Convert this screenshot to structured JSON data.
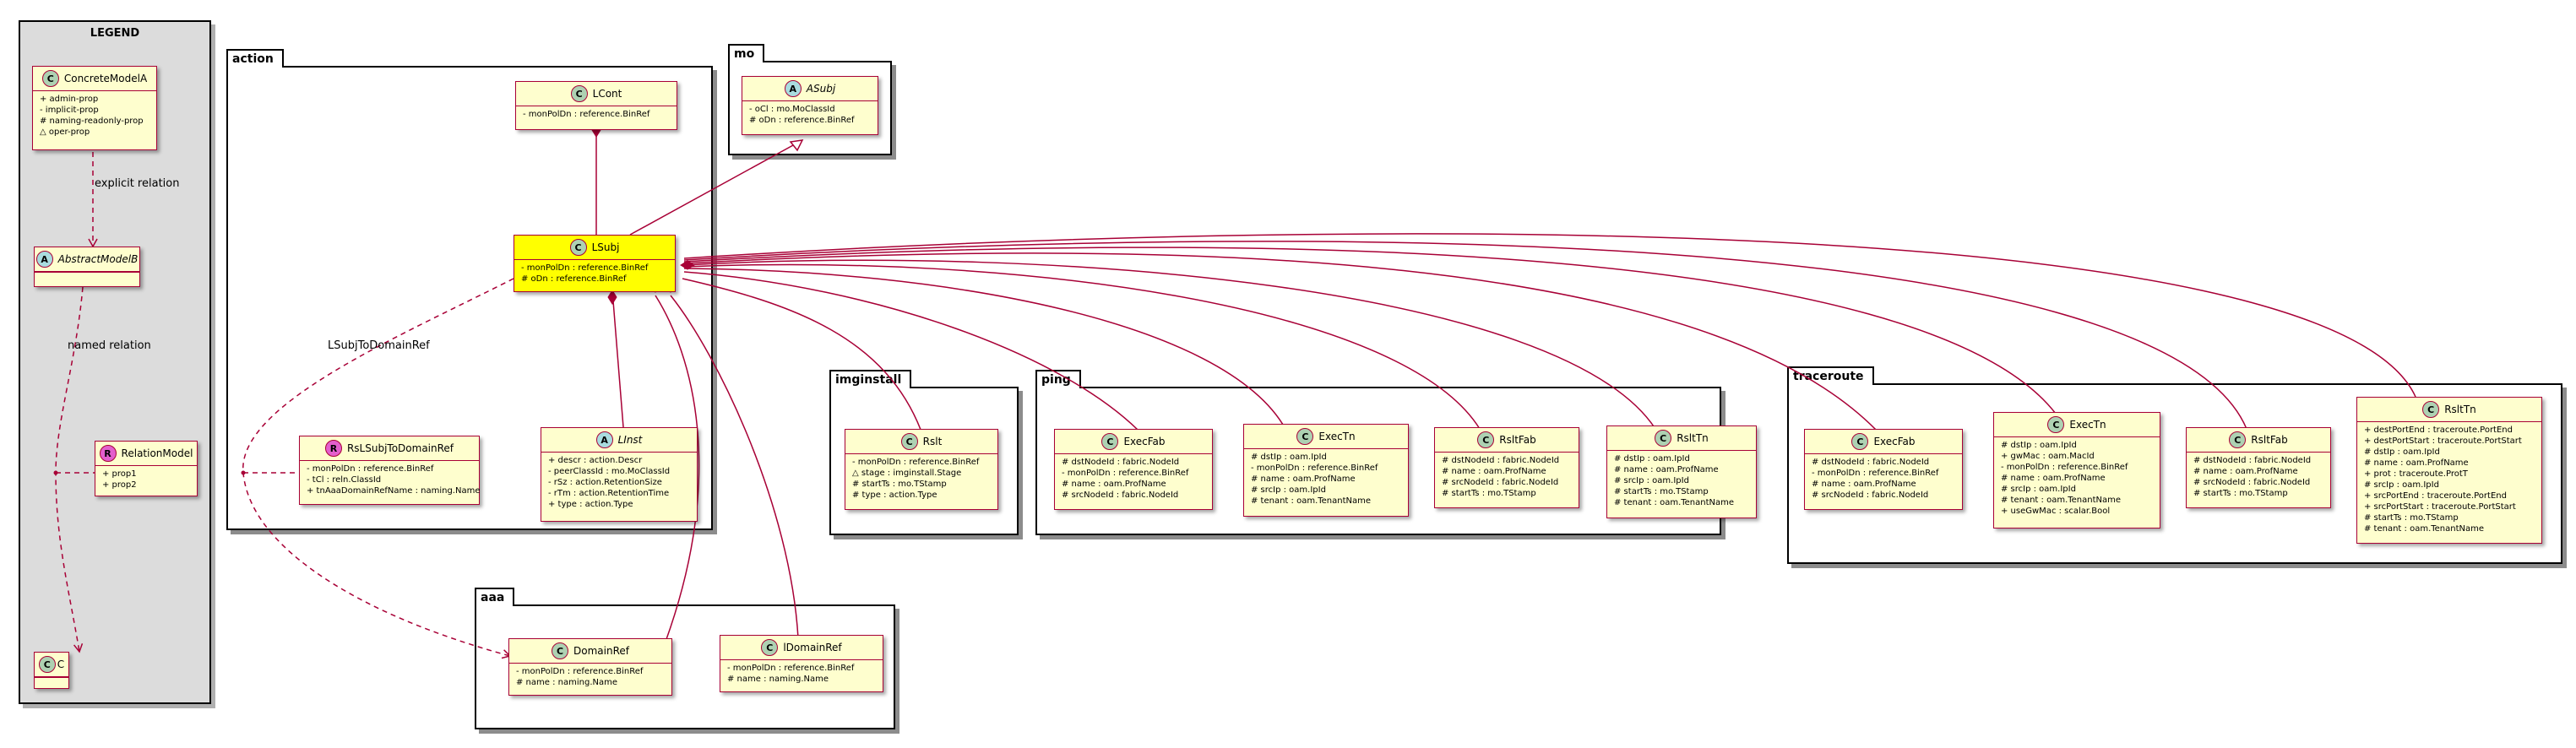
{
  "legend": {
    "title": "LEGEND",
    "explicit_relation_label": "explicit relation",
    "named_relation_label": "named relation",
    "classes": {
      "concrete_model_a": {
        "stereotype": "C",
        "name": "ConcreteModelA",
        "attrs": [
          "+ admin-prop",
          "- implicit-prop",
          "# naming-readonly-prop",
          "△ oper-prop"
        ]
      },
      "abstract_model_b": {
        "stereotype": "A",
        "name": "AbstractModelB",
        "attrs": []
      },
      "relation_model": {
        "stereotype": "R",
        "name": "RelationModel",
        "attrs": [
          "+ prop1",
          "+ prop2"
        ]
      },
      "c": {
        "stereotype": "C",
        "name": "C",
        "attrs": []
      }
    }
  },
  "packages": {
    "action": "action",
    "mo": "mo",
    "aaa": "aaa",
    "imginstall": "imginstall",
    "ping": "ping",
    "traceroute": "traceroute"
  },
  "relation_label_lsubj_to_domainref": "LSubjToDomainRef",
  "classes": {
    "lcont": {
      "stereotype": "C",
      "name": "LCont",
      "attrs": [
        "- monPolDn : reference.BinRef"
      ]
    },
    "lsubj": {
      "stereotype": "C",
      "name": "LSubj",
      "highlight_color": "#ffff00",
      "attrs": [
        "- monPolDn : reference.BinRef",
        "# oDn : reference.BinRef"
      ]
    },
    "rslsubjtodomainref": {
      "stereotype": "R",
      "name": "RsLSubjToDomainRef",
      "attrs": [
        "- monPolDn : reference.BinRef",
        "- tCl : reln.ClassId",
        "+ tnAaaDomainRefName : naming.Name"
      ]
    },
    "linst": {
      "stereotype": "A",
      "name": "LInst",
      "attrs": [
        "+ descr : action.Descr",
        "- peerClassId : mo.MoClassId",
        "- rSz : action.RetentionSize",
        "- rTm : action.RetentionTime",
        "+ type : action.Type"
      ]
    },
    "asubj": {
      "stereotype": "A",
      "name": "ASubj",
      "attrs": [
        "- oCl : mo.MoClassId",
        "# oDn : reference.BinRef"
      ]
    },
    "domainref": {
      "stereotype": "C",
      "name": "DomainRef",
      "attrs": [
        "- monPolDn : reference.BinRef",
        "# name : naming.Name"
      ]
    },
    "ldomainref": {
      "stereotype": "C",
      "name": "lDomainRef",
      "attrs": [
        "- monPolDn : reference.BinRef",
        "# name : naming.Name"
      ]
    },
    "imginstall_rslt": {
      "stereotype": "C",
      "name": "Rslt",
      "attrs": [
        "- monPolDn : reference.BinRef",
        "△ stage : imginstall.Stage",
        "# startTs : mo.TStamp",
        "# type : action.Type"
      ]
    },
    "ping_execfab": {
      "stereotype": "C",
      "name": "ExecFab",
      "attrs": [
        "# dstNodeId : fabric.NodeId",
        "- monPolDn : reference.BinRef",
        "# name : oam.ProfName",
        "# srcNodeId : fabric.NodeId"
      ]
    },
    "ping_exectn": {
      "stereotype": "C",
      "name": "ExecTn",
      "attrs": [
        "# dstIp : oam.IpId",
        "- monPolDn : reference.BinRef",
        "# name : oam.ProfName",
        "# srcIp : oam.IpId",
        "# tenant : oam.TenantName"
      ]
    },
    "ping_rsltfab": {
      "stereotype": "C",
      "name": "RsltFab",
      "attrs": [
        "# dstNodeId : fabric.NodeId",
        "# name : oam.ProfName",
        "# srcNodeId : fabric.NodeId",
        "# startTs : mo.TStamp"
      ]
    },
    "ping_rslttn": {
      "stereotype": "C",
      "name": "RsltTn",
      "attrs": [
        "# dstIp : oam.IpId",
        "# name : oam.ProfName",
        "# srcIp : oam.IpId",
        "# startTs : mo.TStamp",
        "# tenant : oam.TenantName"
      ]
    },
    "tr_execfab": {
      "stereotype": "C",
      "name": "ExecFab",
      "attrs": [
        "# dstNodeId : fabric.NodeId",
        "- monPolDn : reference.BinRef",
        "# name : oam.ProfName",
        "# srcNodeId : fabric.NodeId"
      ]
    },
    "tr_exectn": {
      "stereotype": "C",
      "name": "ExecTn",
      "attrs": [
        "# dstIp : oam.IpId",
        "+ gwMac : oam.MacId",
        "- monPolDn : reference.BinRef",
        "# name : oam.ProfName",
        "# srcIp : oam.IpId",
        "# tenant : oam.TenantName",
        "+ useGwMac : scalar.Bool"
      ]
    },
    "tr_rsltfab": {
      "stereotype": "C",
      "name": "RsltFab",
      "attrs": [
        "# dstNodeId : fabric.NodeId",
        "# name : oam.ProfName",
        "# srcNodeId : fabric.NodeId",
        "# startTs : mo.TStamp"
      ]
    },
    "tr_rslttn": {
      "stereotype": "C",
      "name": "RsltTn",
      "attrs": [
        "+ destPortEnd : traceroute.PortEnd",
        "+ destPortStart : traceroute.PortStart",
        "# dstIp : oam.IpId",
        "# name : oam.ProfName",
        "+ prot : traceroute.ProtT",
        "# srcIp : oam.IpId",
        "+ srcPortEnd : traceroute.PortEnd",
        "+ srcPortStart : traceroute.PortStart",
        "# startTs : mo.TStamp",
        "# tenant : oam.TenantName"
      ]
    }
  }
}
